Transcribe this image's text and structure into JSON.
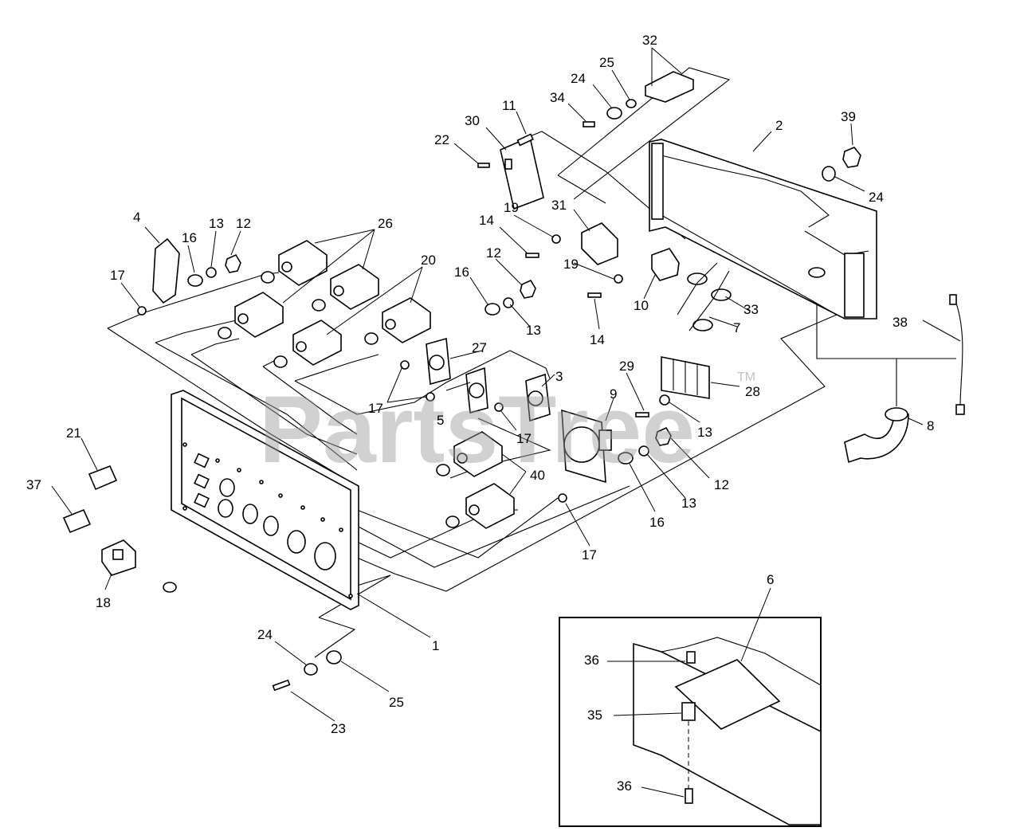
{
  "watermark": {
    "text": "PartsTree",
    "tm": "TM"
  },
  "callouts": [
    {
      "key": "c32",
      "text": "32"
    },
    {
      "key": "c25a",
      "text": "25"
    },
    {
      "key": "c24a",
      "text": "24"
    },
    {
      "key": "c34",
      "text": "34"
    },
    {
      "key": "c11",
      "text": "11"
    },
    {
      "key": "c30",
      "text": "30"
    },
    {
      "key": "c22",
      "text": "22"
    },
    {
      "key": "c2",
      "text": "2"
    },
    {
      "key": "c39",
      "text": "39"
    },
    {
      "key": "c24b",
      "text": "24"
    },
    {
      "key": "c4",
      "text": "4"
    },
    {
      "key": "c16a",
      "text": "16"
    },
    {
      "key": "c13a",
      "text": "13"
    },
    {
      "key": "c12a",
      "text": "12"
    },
    {
      "key": "c26",
      "text": "26"
    },
    {
      "key": "c17a",
      "text": "17"
    },
    {
      "key": "c20",
      "text": "20"
    },
    {
      "key": "c19a",
      "text": "19"
    },
    {
      "key": "c31",
      "text": "31"
    },
    {
      "key": "c14a",
      "text": "14"
    },
    {
      "key": "c12b",
      "text": "12"
    },
    {
      "key": "c16b",
      "text": "16"
    },
    {
      "key": "c13b",
      "text": "13"
    },
    {
      "key": "c19b",
      "text": "19"
    },
    {
      "key": "c10",
      "text": "10"
    },
    {
      "key": "c33",
      "text": "33"
    },
    {
      "key": "c7",
      "text": "7"
    },
    {
      "key": "c14b",
      "text": "14"
    },
    {
      "key": "c38",
      "text": "38"
    },
    {
      "key": "c27",
      "text": "27"
    },
    {
      "key": "c3",
      "text": "3"
    },
    {
      "key": "c17b",
      "text": "17"
    },
    {
      "key": "c5",
      "text": "5"
    },
    {
      "key": "c17c",
      "text": "17"
    },
    {
      "key": "c9",
      "text": "9"
    },
    {
      "key": "c29",
      "text": "29"
    },
    {
      "key": "c28",
      "text": "28"
    },
    {
      "key": "c13c",
      "text": "13"
    },
    {
      "key": "c8",
      "text": "8"
    },
    {
      "key": "c21",
      "text": "21"
    },
    {
      "key": "c37",
      "text": "37"
    },
    {
      "key": "c40",
      "text": "40"
    },
    {
      "key": "c12c",
      "text": "12"
    },
    {
      "key": "c13d",
      "text": "13"
    },
    {
      "key": "c16c",
      "text": "16"
    },
    {
      "key": "c17d",
      "text": "17"
    },
    {
      "key": "c18",
      "text": "18"
    },
    {
      "key": "c1",
      "text": "1"
    },
    {
      "key": "c24c",
      "text": "24"
    },
    {
      "key": "c25b",
      "text": "25"
    },
    {
      "key": "c23",
      "text": "23"
    },
    {
      "key": "c6",
      "text": "6"
    },
    {
      "key": "c36a",
      "text": "36"
    },
    {
      "key": "c35",
      "text": "35"
    },
    {
      "key": "c36b",
      "text": "36"
    }
  ]
}
